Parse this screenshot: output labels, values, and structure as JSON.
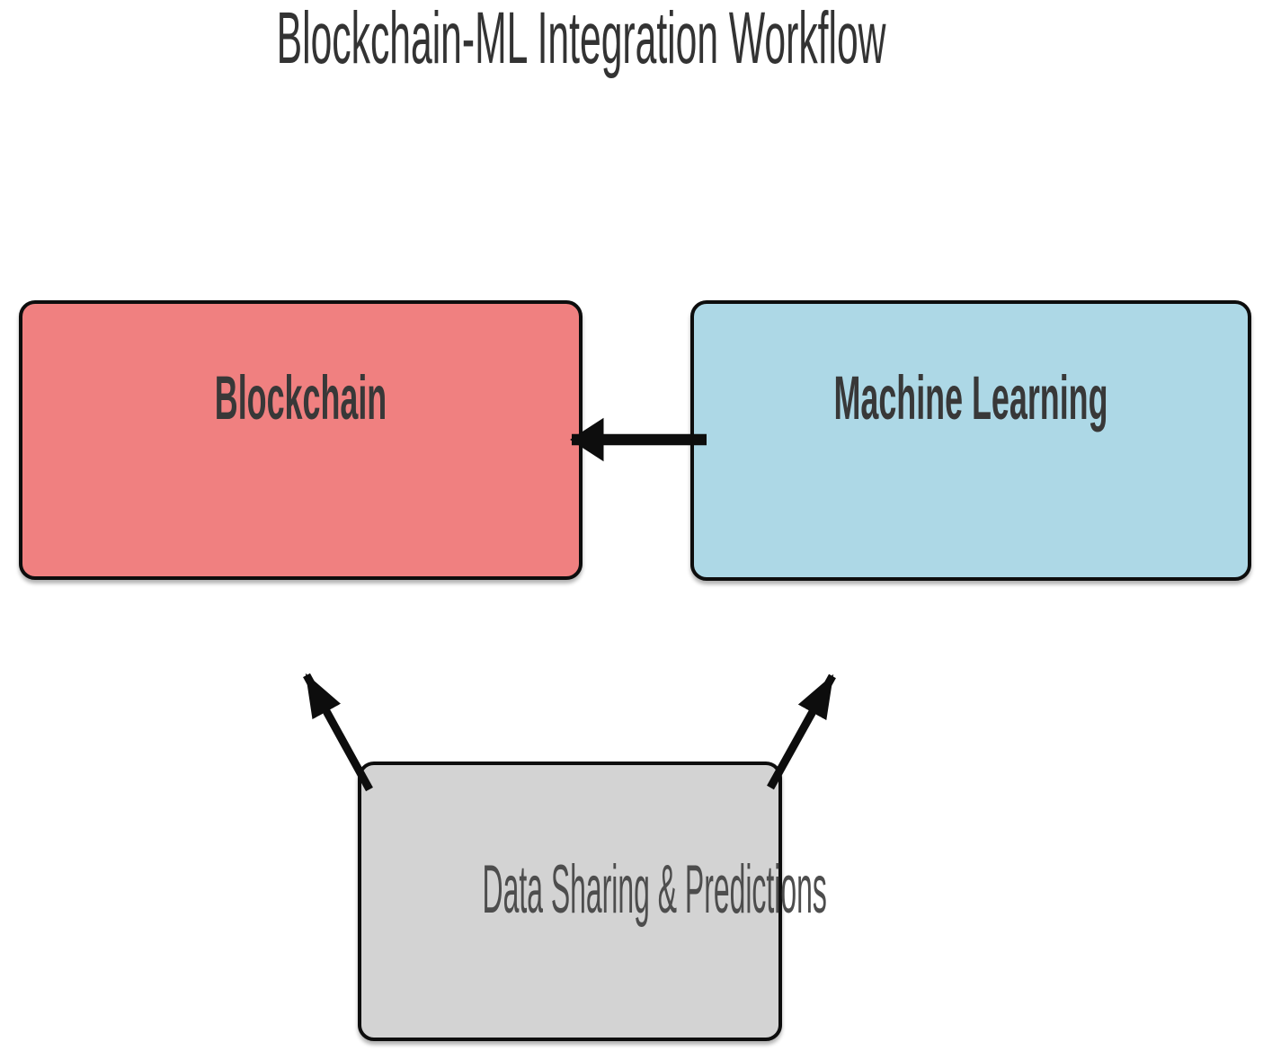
{
  "diagram": {
    "title": "Blockchain-ML Integration Workflow",
    "nodes": {
      "blockchain": {
        "label": "Blockchain",
        "fill": "#f08080",
        "text_color": "#383838"
      },
      "machine_learning": {
        "label": "Machine Learning",
        "fill": "#add8e6",
        "text_color": "#383838"
      },
      "data_sharing": {
        "label": "Data Sharing & Predictions",
        "fill": "#d3d3d3",
        "text_color": "#4d4d4d"
      }
    },
    "edges": [
      {
        "from": "Machine Learning",
        "to": "Blockchain",
        "style": "solid-black-arrow",
        "direction": "left"
      },
      {
        "from": "Data Sharing & Predictions",
        "to": "Blockchain",
        "style": "solid-black-arrow",
        "direction": "up-left"
      },
      {
        "from": "Data Sharing & Predictions",
        "to": "Machine Learning",
        "style": "solid-black-arrow",
        "direction": "up-right"
      }
    ],
    "colors": {
      "background": "#ffffff",
      "node_border": "#0d0d0d",
      "arrow": "#0d0d0d",
      "title_text": "#333333"
    }
  }
}
